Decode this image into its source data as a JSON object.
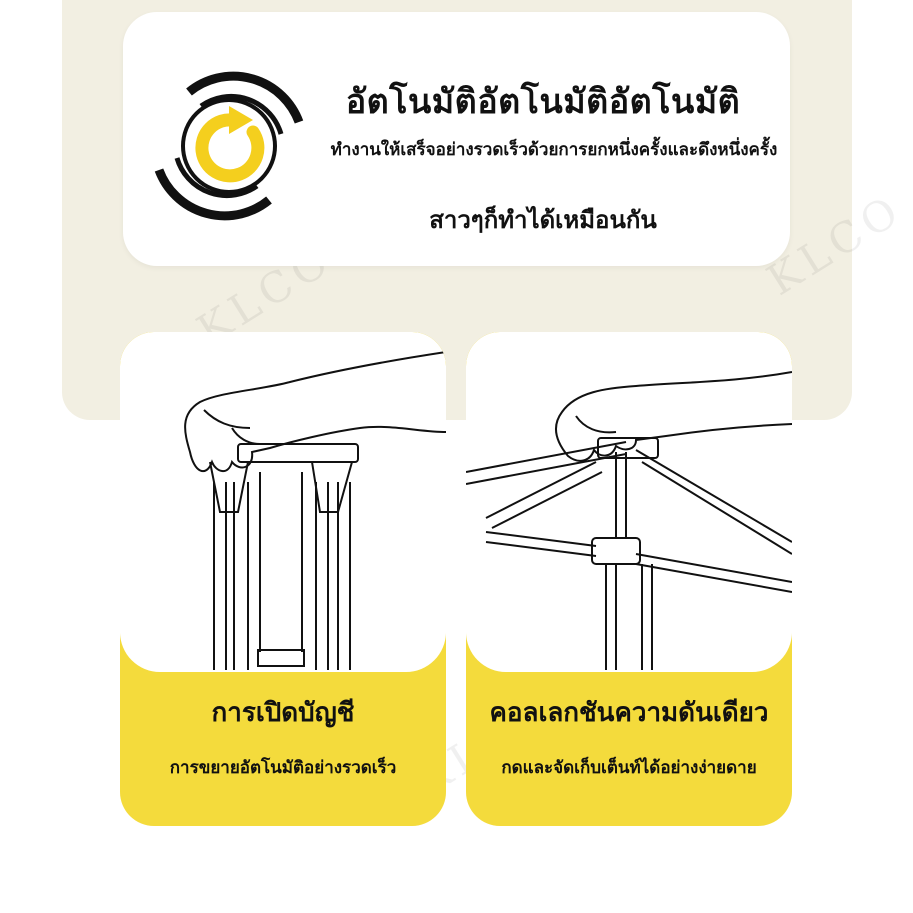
{
  "top_card": {
    "headline": "อัตโนมัติอัตโนมัติอัตโนมัติ",
    "subline": "ทำงานให้เสร็จอย่างรวดเร็วด้วยการยกหนึ่งครั้งและดึงหนึ่งครั้ง",
    "tagline": "สาวๆก็ทำได้เหมือนกัน",
    "logo_icon": "auto-rotate-icon"
  },
  "features": [
    {
      "title": "การเปิดบัญชี",
      "desc": "การขยายอัตโนมัติอย่างรวดเร็ว",
      "image": "hand-pulling-tent-pole-illustration"
    },
    {
      "title": "คอลเลกชันความดันเดียว",
      "desc": "กดและจัดเก็บเต็นท์ได้อย่างง่ายดาย",
      "image": "hand-pressing-tent-frame-illustration"
    }
  ],
  "watermark": "KLCO",
  "colors": {
    "accent_yellow": "#f4db3c",
    "beige_background": "#f2efe2",
    "text": "#111111"
  }
}
